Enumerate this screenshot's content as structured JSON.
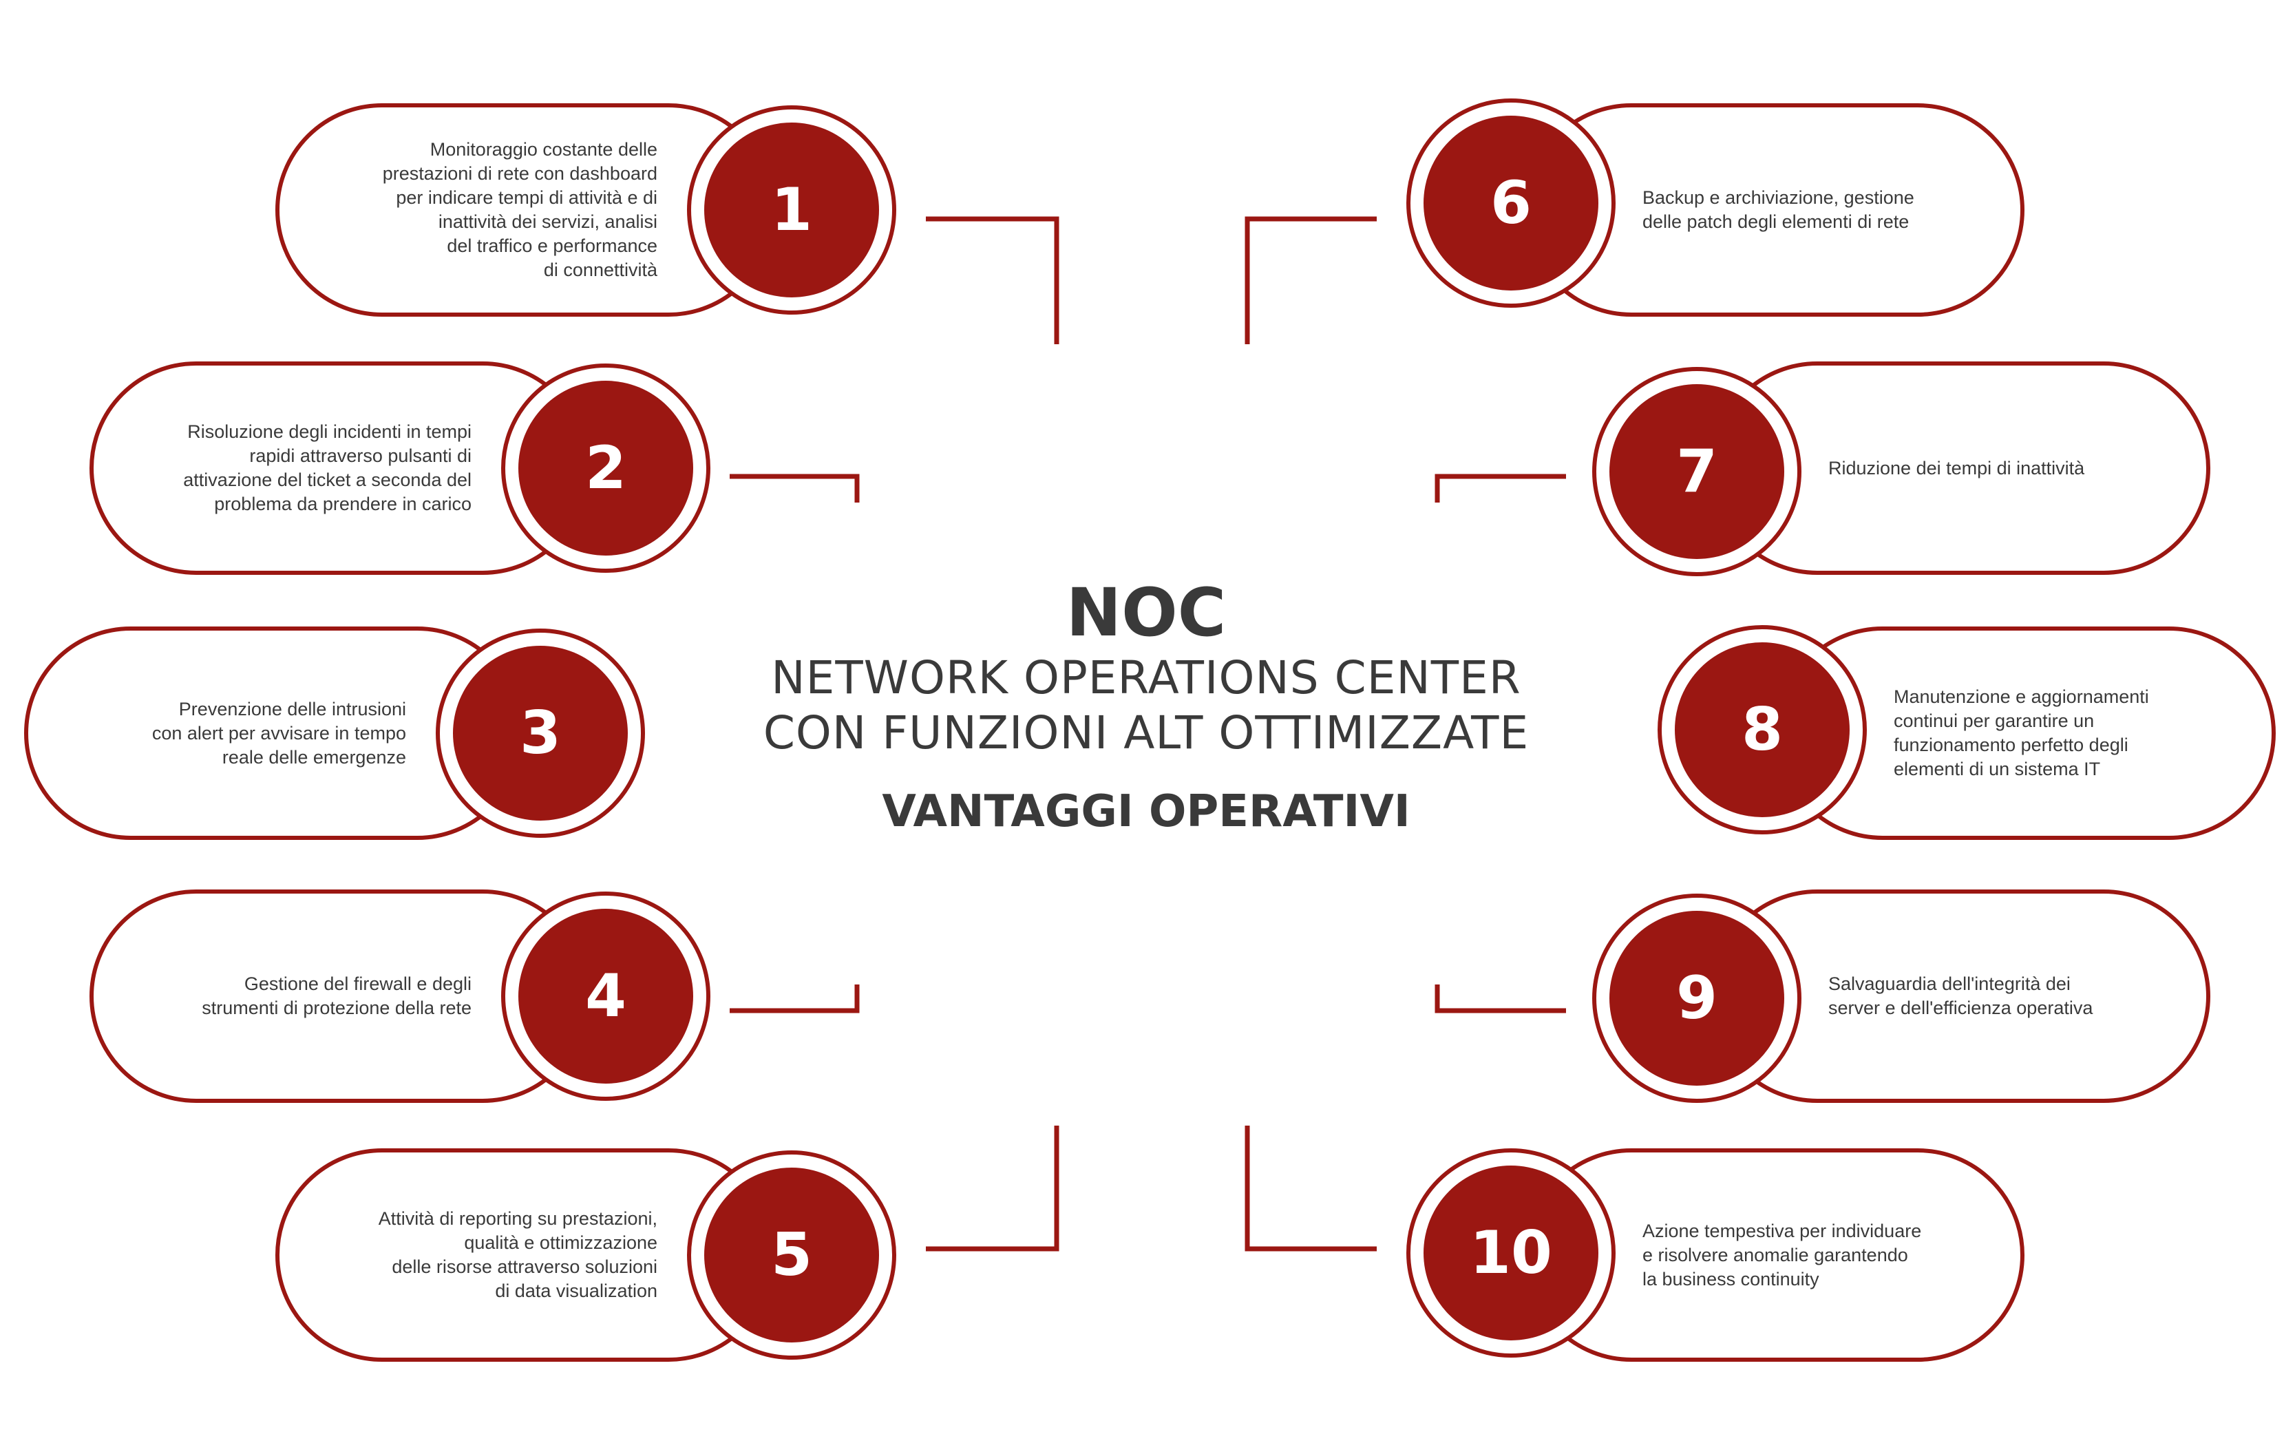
{
  "center": {
    "title": "NOC",
    "subtitle_line1": "NETWORK OPERATIONS CENTER",
    "subtitle_line2": "CON FUNZIONI ALT OTTIMIZZATE",
    "heading": "VANTAGGI OPERATIVI"
  },
  "colors": {
    "accent": "#9b1712",
    "text": "#3a3a3a"
  },
  "items": [
    {
      "number": "1",
      "lines": [
        "Monitoraggio costante delle",
        "prestazioni di rete con dashboard",
        "per indicare tempi di attività e di",
        "inattività dei servizi, analisi",
        "del traffico e performance",
        "di connettività"
      ]
    },
    {
      "number": "2",
      "lines": [
        "Risoluzione degli incidenti in tempi",
        "rapidi attraverso pulsanti di",
        "attivazione del ticket a seconda del",
        "problema da prendere in carico"
      ]
    },
    {
      "number": "3",
      "lines": [
        "Prevenzione delle intrusioni",
        "con alert per avvisare in tempo",
        "reale delle emergenze"
      ]
    },
    {
      "number": "4",
      "lines": [
        "Gestione del firewall e degli",
        "strumenti di protezione della rete"
      ]
    },
    {
      "number": "5",
      "lines": [
        "Attività di reporting su prestazioni,",
        "qualità e ottimizzazione",
        "delle risorse attraverso soluzioni",
        "di data visualization"
      ]
    },
    {
      "number": "6",
      "lines": [
        "Backup e archiviazione, gestione",
        "delle patch degli elementi di rete"
      ]
    },
    {
      "number": "7",
      "lines": [
        "Riduzione dei tempi di inattività"
      ]
    },
    {
      "number": "8",
      "lines": [
        "Manutenzione e aggiornamenti",
        "continui per garantire un",
        "funzionamento perfetto degli",
        "elementi di un sistema IT"
      ]
    },
    {
      "number": "9",
      "lines": [
        "Salvaguardia dell'integrità dei",
        "server e dell'efficienza operativa"
      ]
    },
    {
      "number": "10",
      "lines": [
        "Azione tempestiva per individuare",
        "e risolvere anomalie garantendo",
        "la business continuity"
      ]
    }
  ]
}
